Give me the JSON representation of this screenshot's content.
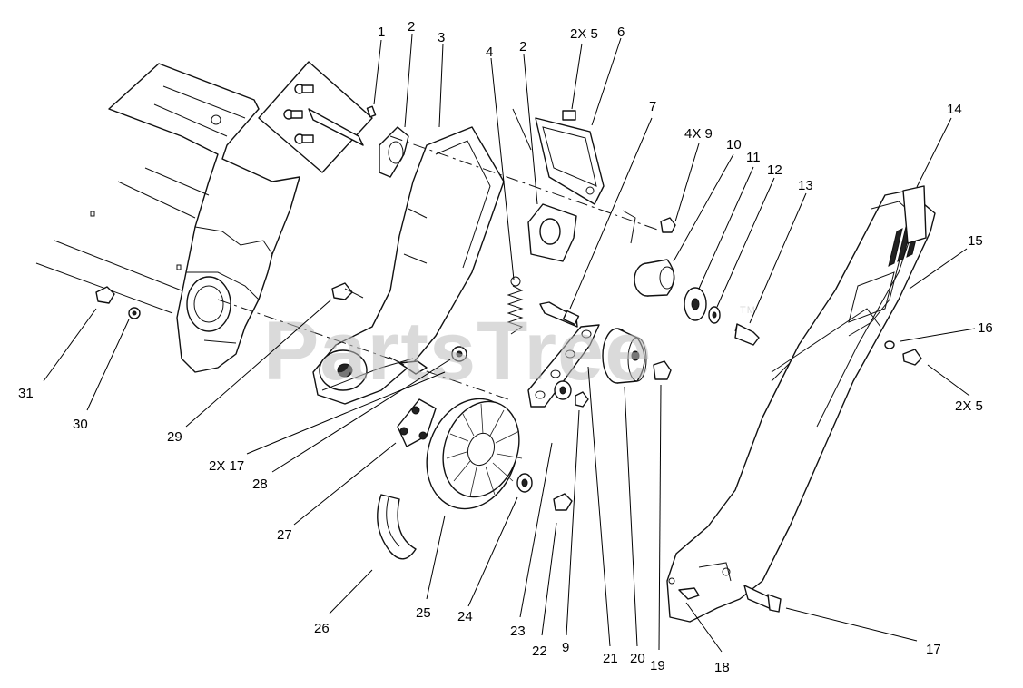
{
  "watermark": "PartsTree",
  "watermark_tm": "TM",
  "callouts": {
    "c1": "1",
    "c2a": "2",
    "c3": "3",
    "c4": "4",
    "c2b": "2",
    "c2x5a": "2X 5",
    "c6": "6",
    "c7": "7",
    "c4x9": "4X 9",
    "c10": "10",
    "c11": "11",
    "c12": "12",
    "c13": "13",
    "c14": "14",
    "c15": "15",
    "c16": "16",
    "c2x5b": "2X 5",
    "c31": "31",
    "c30": "30",
    "c29": "29",
    "c2x17": "2X 17",
    "c28": "28",
    "c27": "27",
    "c26": "26",
    "c25": "25",
    "c24": "24",
    "c23": "23",
    "c22": "22",
    "c9": "9",
    "c21": "21",
    "c20": "20",
    "c19": "19",
    "c18": "18",
    "c17": "17"
  }
}
